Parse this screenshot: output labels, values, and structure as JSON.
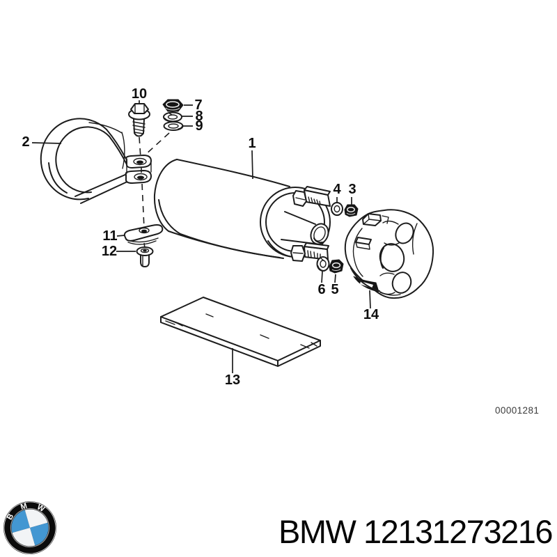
{
  "page": {
    "background": "#ffffff",
    "ink": "#1c1c1c"
  },
  "diagram": {
    "drawing_number": "00001281",
    "callouts": [
      {
        "n": "1"
      },
      {
        "n": "2"
      },
      {
        "n": "3"
      },
      {
        "n": "4"
      },
      {
        "n": "5"
      },
      {
        "n": "6"
      },
      {
        "n": "7"
      },
      {
        "n": "8"
      },
      {
        "n": "9"
      },
      {
        "n": "10"
      },
      {
        "n": "11"
      },
      {
        "n": "12"
      },
      {
        "n": "13"
      },
      {
        "n": "14"
      }
    ]
  },
  "footer": {
    "caption": "BMW 12131273216",
    "logo": {
      "letters": [
        "B",
        "M",
        "W"
      ],
      "blue": "#4397d2",
      "white": "#f2f4f6",
      "ring_black": "#0b0b0b"
    }
  }
}
